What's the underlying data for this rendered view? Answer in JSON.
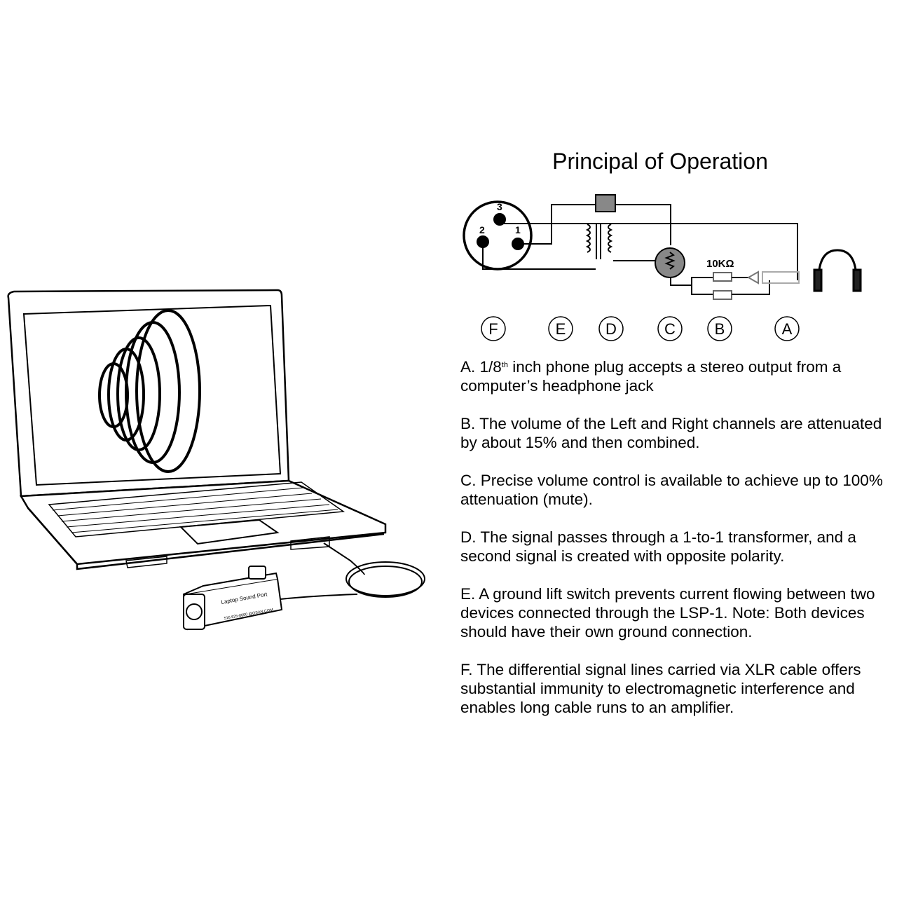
{
  "title": "Principal of Operation",
  "schematic": {
    "xlr_pins": [
      "3",
      "2",
      "1"
    ],
    "resistor_label": "10KΩ",
    "section_markers": [
      "F",
      "E",
      "D",
      "C",
      "B",
      "A"
    ]
  },
  "device": {
    "logo_text": "Laptop Sound Port",
    "model": "LSP-1",
    "contact": "516 625-0600 @OSAN.COM"
  },
  "descriptions": {
    "a_prefix": "A. 1/8",
    "a_sup": "th",
    "a_rest": " inch phone plug accepts a stereo output from a computer’s headphone jack",
    "b": "B. The volume of the Left and Right channels are attenuated by about 15% and then combined.",
    "c": "C. Precise volume control is available to achieve up to 100% attenuation (mute).",
    "d": "D. The signal passes through a 1-to-1 transformer, and a second signal is created with opposite polarity.",
    "e": "E. A ground lift switch prevents current flowing between two devices connected through the LSP-1.  Note:  Both devices should have their own ground connection.",
    "f": "F. The differential signal lines carried via XLR cable offers substantial immunity to electromagnetic interference and enables long cable runs to an amplifier."
  }
}
